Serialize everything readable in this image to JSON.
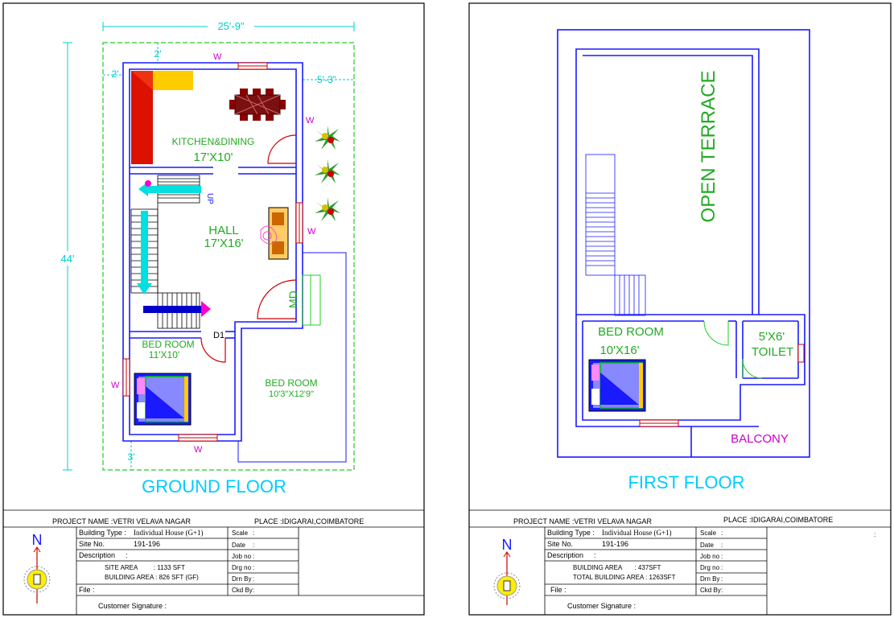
{
  "colors": {
    "wall": "#1a1aff",
    "dim": "#00cccc",
    "setback": "#22cc22",
    "room_label": "#22aa22",
    "window": "#cc0000",
    "window_label": "#cc00cc",
    "title": "#00ccff",
    "sheet": "#000000"
  },
  "ground_floor": {
    "title": "GROUND FLOOR",
    "dims": {
      "width": "25'-9\"",
      "depth": "44'",
      "front_setback": "2'",
      "side_setback": "2'",
      "right_setback": "5'-3\"",
      "rear_setback": "3'"
    },
    "rooms": {
      "kitchen_name": "KITCHEN&DINING",
      "kitchen_size": "17'X10'",
      "hall_name": "HALL",
      "hall_size": "17'X16'",
      "bed1_name": "BED ROOM",
      "bed1_size": "11'X10'",
      "bed2_name": "BED ROOM",
      "bed2_size": "10'3\"X12'9\""
    },
    "labels": {
      "window": "W",
      "stair_up": "UP",
      "main_door": "MD",
      "door": "D1"
    }
  },
  "first_floor": {
    "title": "FIRST FLOOR",
    "terrace": "OPEN TERRACE",
    "bed_name": "BED ROOM",
    "bed_size": "10'X16'",
    "toilet_size": "5'X6'",
    "toilet_name": "TOILET",
    "balcony": "BALCONY"
  },
  "sheet_left": {
    "project": "PROJECT NAME :VETRI VELAVA NAGAR",
    "place": "PLACE :IDIGARAI,COIMBATORE",
    "north": "N",
    "building_type_label": "Building Type :",
    "building_type_value": "Individual House (G+1)",
    "site_no_label": "Site No.",
    "site_no_value": "191-196",
    "description_label": "Description",
    "colon": ":",
    "area_line1": "SITE AREA         : 1133 SFT",
    "area_line2": "BUILDING AREA : 826 SFT (GF)",
    "file_label": "File :",
    "customer_sig": "Customer Signature :",
    "scale": "Scale",
    "date": "Date",
    "job_no": "Job no",
    "drg_no": "Drg no",
    "drn_by": "Drn By",
    "ckd_by": "Ckd By"
  },
  "sheet_right": {
    "project": "PROJECT NAME :VETRI VELAVA NAGAR",
    "place": "PLACE :IDIGARAI,COIMBATORE",
    "north": "N",
    "building_type_label": "Building Type :",
    "building_type_value": "Individual House (G+1)",
    "site_no_label": "Site No.",
    "site_no_value": "191-196",
    "description_label": "Description",
    "colon": ":",
    "area_line1": "BUILDING AREA       : 437SFT",
    "area_line2": "TOTAL BUILDING AREA : 1263SFT",
    "file_label": "File :",
    "customer_sig": "Customer Signature :",
    "scale": "Scale",
    "date": "Date",
    "job_no": "Job no",
    "drg_no": "Drg no",
    "drn_by": "Drn By",
    "ckd_by": "Ckd By",
    "corner_colon": ":"
  }
}
